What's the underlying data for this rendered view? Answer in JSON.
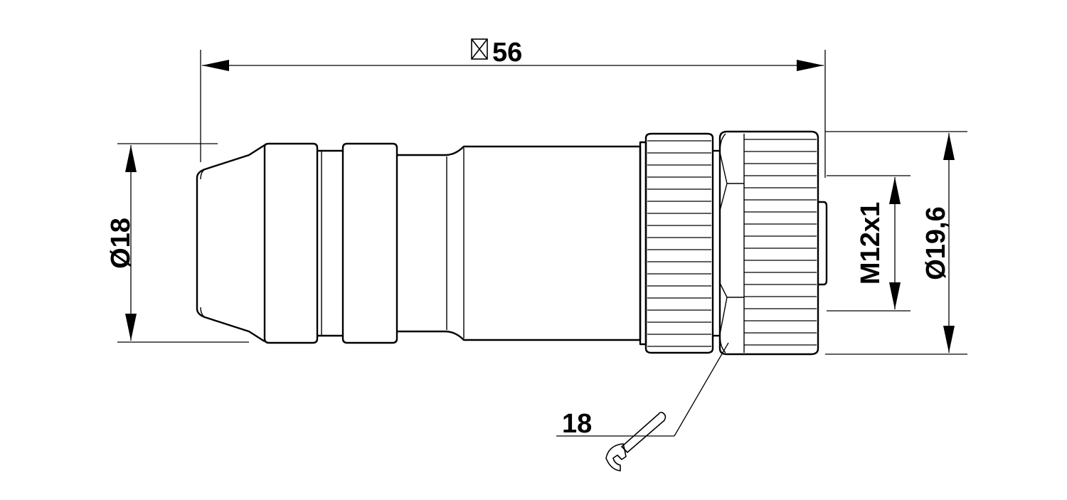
{
  "dimensions": {
    "length": "56",
    "length_symbol": "☒",
    "body_diameter": "Ø18",
    "thread": "M12x1",
    "nut_diameter": "Ø19,6",
    "wrench_size": "18"
  },
  "colors": {
    "line": "#000000",
    "background": "#ffffff"
  },
  "icons": {
    "length_symbol": "boxed-x-icon",
    "wrench": "open-end-wrench-icon"
  }
}
